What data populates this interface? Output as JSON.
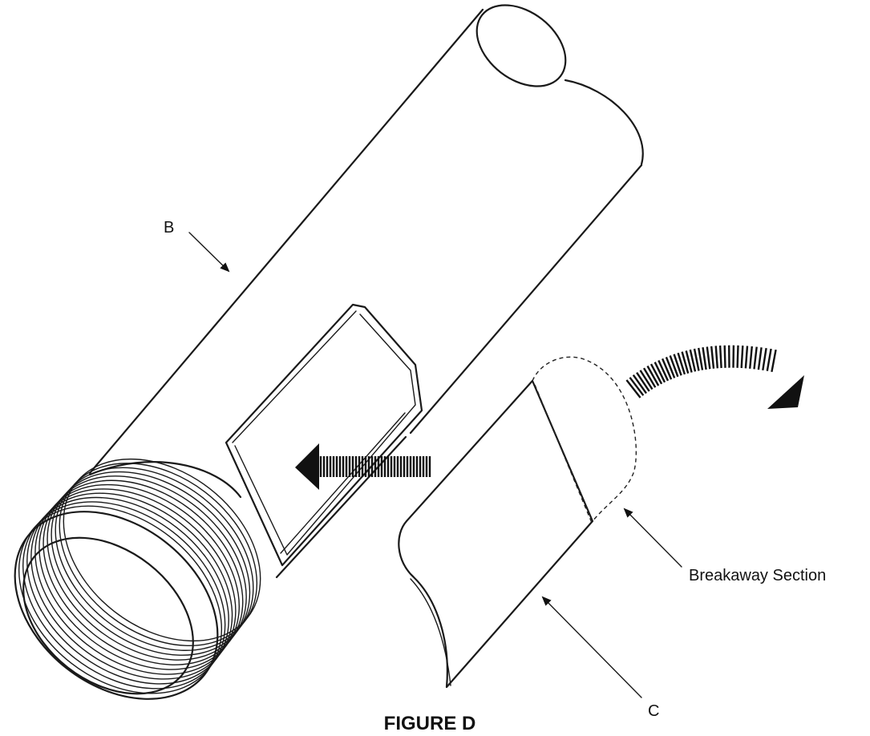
{
  "figure": {
    "caption": "FIGURE D",
    "labels": {
      "b": "B",
      "c": "C",
      "breakaway": "Breakaway Section"
    }
  }
}
